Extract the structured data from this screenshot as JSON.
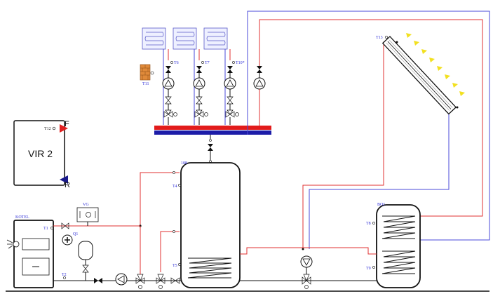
{
  "labels": {
    "vir_title": "VIR 2",
    "vir_sensor": "T12",
    "flow_f": "F",
    "flow_r": "R",
    "boiler_name": "KOTEL",
    "boiler_t1": "T1",
    "boiler_t2": "T2",
    "t6": "T6",
    "t7": "T7",
    "t10": "T10*",
    "t11": "T11",
    "t13": "T13",
    "t4": "T4",
    "t5": "T5",
    "t8": "T8",
    "t9": "T9",
    "tank_name": "108",
    "dhw_name": "BOJ",
    "vg": "VG",
    "q1": "Q1"
  }
}
